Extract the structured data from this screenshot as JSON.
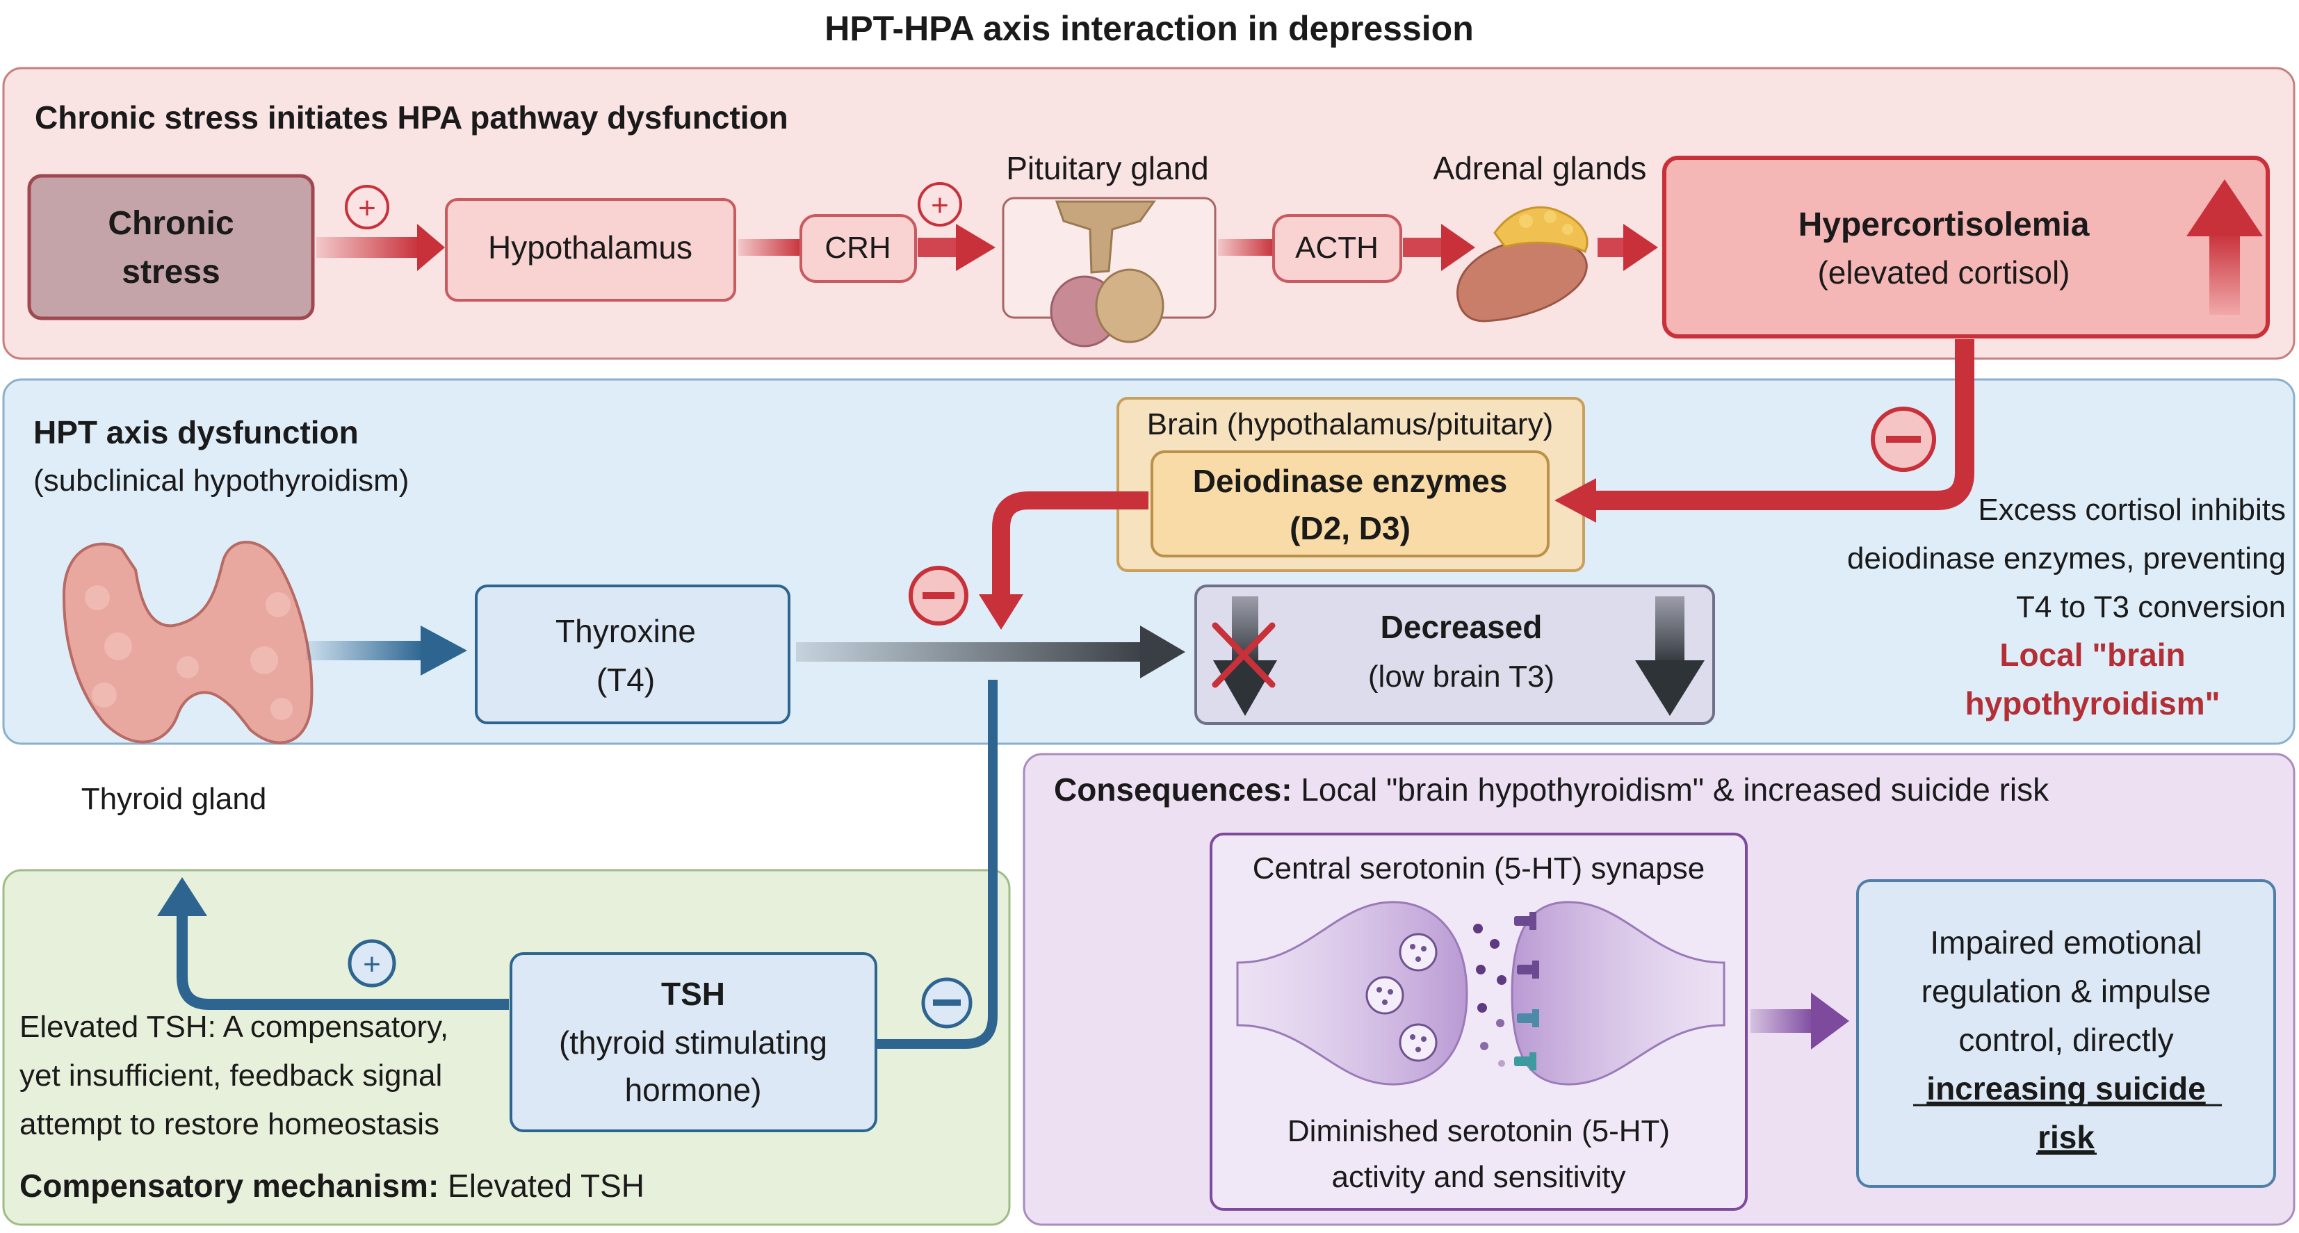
{
  "title": "HPT-HPA axis interaction in depression",
  "hpa": {
    "heading": "Chronic stress initiates HPA pathway dysfunction",
    "chronic_stress_line1": "Chronic",
    "chronic_stress_line2": "stress",
    "hypothalamus": "Hypothalamus",
    "crh": "CRH",
    "pituitary_label": "Pituitary gland",
    "acth": "ACTH",
    "adrenal_label": "Adrenal glands",
    "hypercortisolemia": "Hypercortisolemia",
    "elevated_cortisol": "(elevated cortisol)",
    "plus": "+"
  },
  "hpt": {
    "heading": "HPT axis dysfunction",
    "subheading": "(subclinical hypothyroidism)",
    "thyroid_label": "Thyroid gland",
    "thyroxine": "Thyroxine",
    "t4": "(T4)",
    "brain_label": "Brain (hypothalamus/pituitary)",
    "deiodinase": "Deiodinase enzymes",
    "d2d3": "(D2, D3)",
    "decreased": "Decreased",
    "low_t3": "(low brain T3)",
    "note_line1": "Excess cortisol inhibits",
    "note_line2": "deiodinase enzymes, preventing",
    "note_line3": "T4 to T3 conversion",
    "local_line1": "Local \"brain",
    "local_line2": "hypothyroidism\"",
    "minus": "−"
  },
  "comp": {
    "tsh": "TSH",
    "tsh_line2": "(thyroid stimulating",
    "tsh_line3": "hormone)",
    "elevated_line1": "Elevated TSH: A compensatory,",
    "elevated_line2": "yet insufficient, feedback signal",
    "elevated_line3": "attempt to restore homeostasis",
    "mechanism_bold": "Compensatory mechanism:",
    "mechanism_text": " Elevated TSH",
    "plus": "+",
    "minus": "−"
  },
  "cons": {
    "heading_bold": "Consequences:",
    "heading_text": " Local \"brain hypothyroidism\" & increased suicide risk",
    "synapse_label": "Central serotonin (5-HT) synapse",
    "dim_line1": "Diminished serotonin (5-HT)",
    "dim_line2": "activity and sensitivity",
    "imp_line1": "Impaired emotional",
    "imp_line2": "regulation & impulse",
    "imp_line3": "control, directly",
    "imp_line4": "increasing suicide",
    "imp_line5": "risk"
  },
  "colors": {
    "red": "#c8303a",
    "blue_dark": "#2d6590",
    "purple": "#7d4a9e"
  }
}
